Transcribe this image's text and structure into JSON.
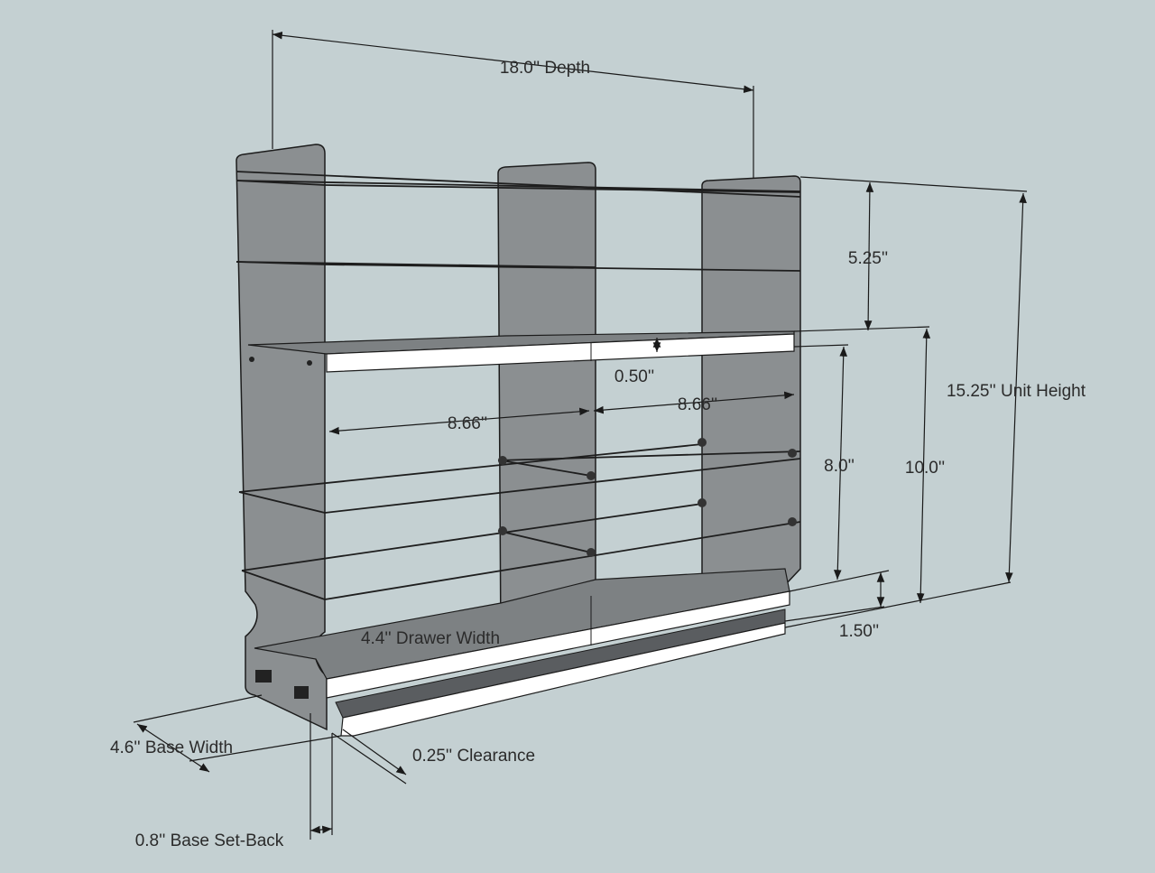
{
  "diagram": {
    "title": "Spice rack drawer dimensions",
    "labels": {
      "depth": "18.0'' Depth",
      "top_section_height": "5.25''",
      "unit_height": "15.25'' Unit Height",
      "shelf_thickness": "0.50''",
      "left_compartment_width": "8.66''",
      "right_compartment_width": "8.66''",
      "lower_section_height": "8.0''",
      "lower_total_height": "10.0''",
      "base_height": "1.50''",
      "drawer_width": "4.4'' Drawer Width",
      "base_width": "4.6'' Base Width",
      "clearance": "0.25'' Clearance",
      "base_setback": "0.8'' Base Set-Back"
    },
    "colors": {
      "background": "#c4d0d2",
      "panel": "#85898b",
      "shelf_front": "#ffffff"
    }
  }
}
